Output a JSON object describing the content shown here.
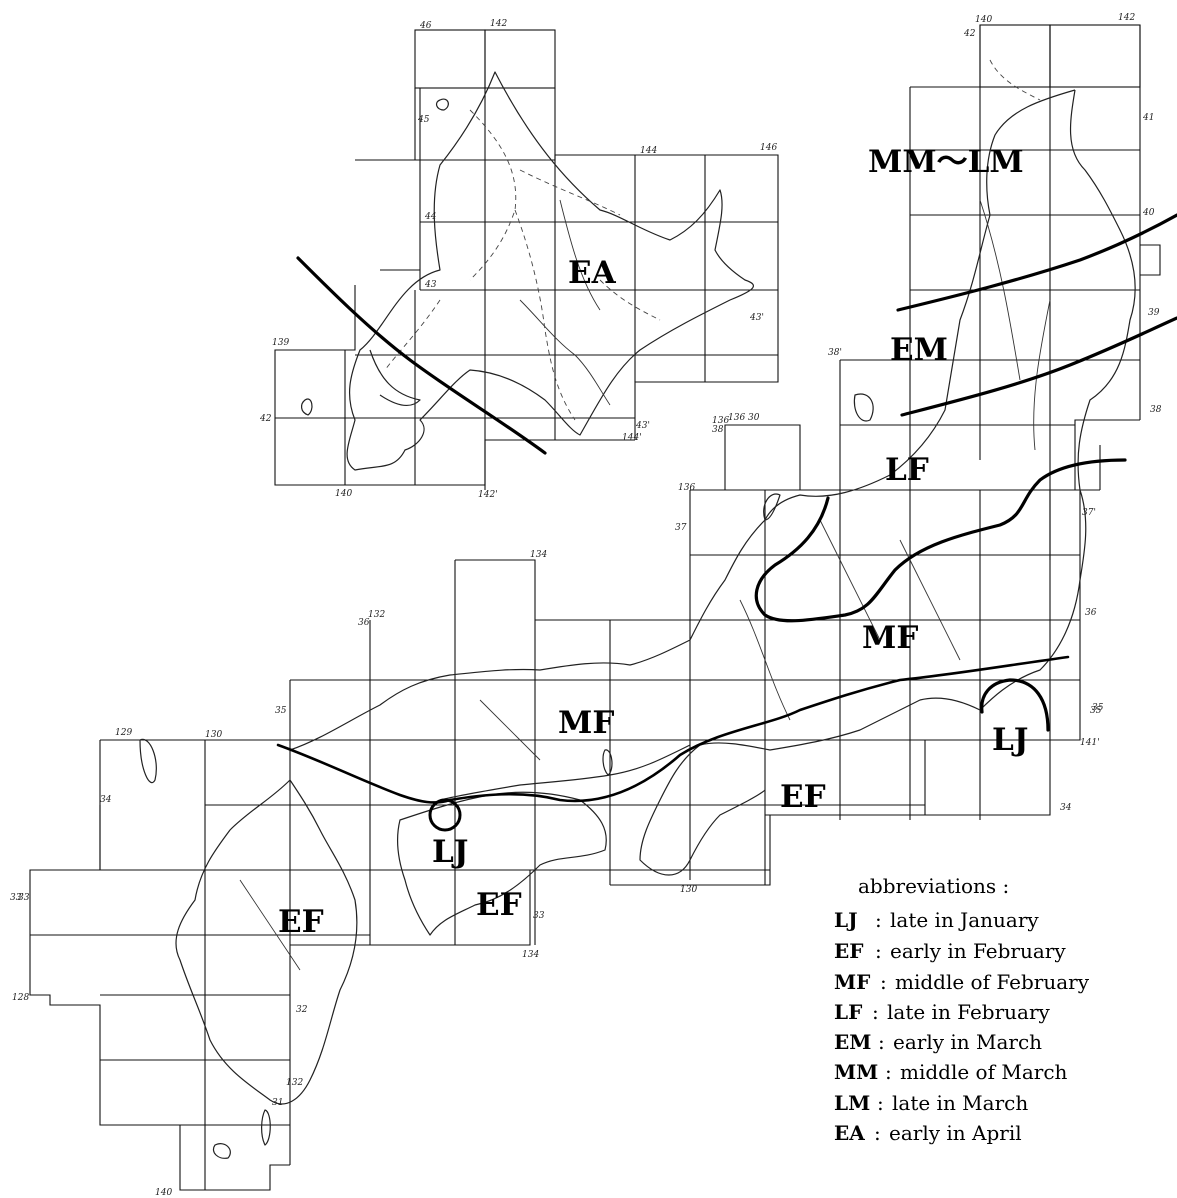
{
  "map": {
    "region_labels": [
      {
        "id": "ea",
        "text": "EA"
      },
      {
        "id": "mm-lm",
        "text": "MM～LM"
      },
      {
        "id": "em",
        "text": "EM"
      },
      {
        "id": "lf",
        "text": "LF"
      },
      {
        "id": "mf-east",
        "text": "MF"
      },
      {
        "id": "lj-east",
        "text": "LJ"
      },
      {
        "id": "mf-west",
        "text": "MF"
      },
      {
        "id": "ef-kii",
        "text": "EF"
      },
      {
        "id": "lj-west",
        "text": "LJ"
      },
      {
        "id": "ef-shikoku",
        "text": "EF"
      },
      {
        "id": "ef-kyushu",
        "text": "EF"
      }
    ],
    "grid_labels": [
      "46",
      "142",
      "144",
      "146",
      "45",
      "44",
      "43",
      "43'",
      "139",
      "42",
      "140",
      "142'",
      "43'",
      "144'",
      "140",
      "142",
      "42",
      "41",
      "40",
      "39",
      "38",
      "38'",
      "136",
      "136 30",
      "38",
      "37",
      "37'",
      "36",
      "136",
      "132",
      "36",
      "35",
      "35",
      "34",
      "34",
      "33",
      "33",
      "134",
      "134",
      "132",
      "31",
      "129",
      "130",
      "130",
      "33'",
      "128",
      "32",
      "141'",
      "140",
      "35"
    ]
  },
  "legend": {
    "title": "abbreviations :",
    "items": [
      {
        "abbr": "LJ",
        "sep": ":",
        "meaning": "late in January"
      },
      {
        "abbr": "EF",
        "sep": ":",
        "meaning": "early in February"
      },
      {
        "abbr": "MF",
        "sep": ":",
        "meaning": "middle of February"
      },
      {
        "abbr": "LF",
        "sep": ":",
        "meaning": "late in February"
      },
      {
        "abbr": "EM",
        "sep": ":",
        "meaning": "early in March"
      },
      {
        "abbr": "MM",
        "sep": ":",
        "meaning": "middle of March"
      },
      {
        "abbr": "LM",
        "sep": ":",
        "meaning": "late in March"
      },
      {
        "abbr": "EA",
        "sep": ":",
        "meaning": "early in April"
      }
    ]
  }
}
